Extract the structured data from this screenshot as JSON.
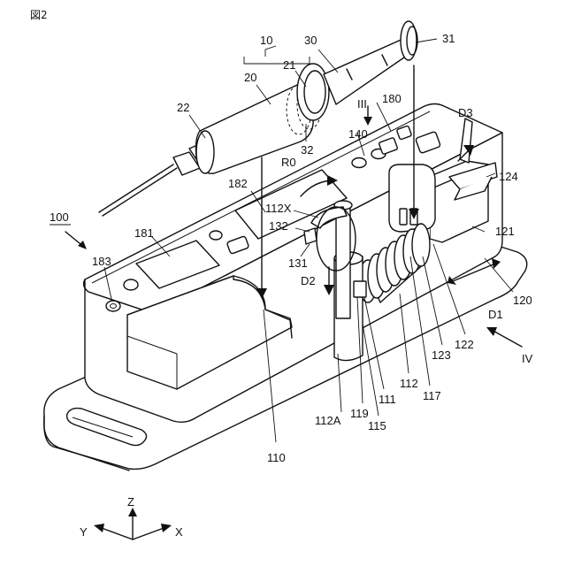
{
  "figure": {
    "title": "図2"
  },
  "labels": [
    {
      "id": "100",
      "text": "100",
      "underline": true
    },
    {
      "id": "10",
      "text": "10"
    },
    {
      "id": "20",
      "text": "20"
    },
    {
      "id": "21",
      "text": "21"
    },
    {
      "id": "22",
      "text": "22"
    },
    {
      "id": "30",
      "text": "30"
    },
    {
      "id": "31",
      "text": "31"
    },
    {
      "id": "32",
      "text": "32"
    },
    {
      "id": "110",
      "text": "110"
    },
    {
      "id": "111",
      "text": "111"
    },
    {
      "id": "112",
      "text": "112"
    },
    {
      "id": "112A",
      "text": "112A"
    },
    {
      "id": "112X",
      "text": "112X"
    },
    {
      "id": "115",
      "text": "115"
    },
    {
      "id": "117",
      "text": "117"
    },
    {
      "id": "119",
      "text": "119"
    },
    {
      "id": "120",
      "text": "120"
    },
    {
      "id": "121",
      "text": "121"
    },
    {
      "id": "122",
      "text": "122"
    },
    {
      "id": "123",
      "text": "123"
    },
    {
      "id": "124",
      "text": "124"
    },
    {
      "id": "131",
      "text": "131"
    },
    {
      "id": "132",
      "text": "132"
    },
    {
      "id": "140",
      "text": "140"
    },
    {
      "id": "180",
      "text": "180"
    },
    {
      "id": "181",
      "text": "181"
    },
    {
      "id": "182",
      "text": "182"
    },
    {
      "id": "183",
      "text": "183"
    },
    {
      "id": "R0",
      "text": "R0"
    },
    {
      "id": "D1",
      "text": "D1"
    },
    {
      "id": "D2",
      "text": "D2"
    },
    {
      "id": "D3",
      "text": "D3"
    },
    {
      "id": "III",
      "text": "III"
    },
    {
      "id": "IV",
      "text": "IV"
    }
  ],
  "axes": {
    "z": "Z",
    "y": "Y",
    "x": "X"
  }
}
